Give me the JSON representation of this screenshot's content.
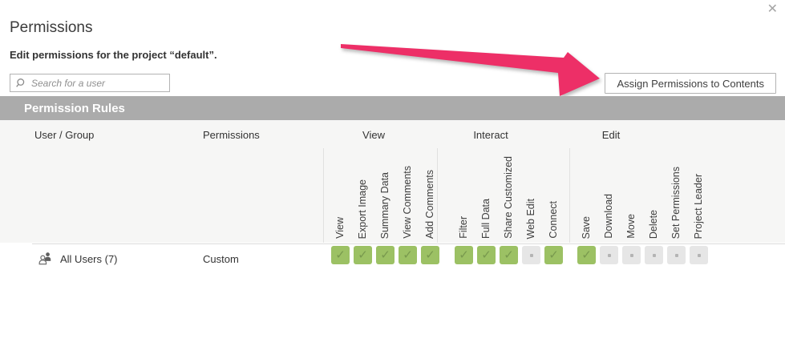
{
  "dialog": {
    "title": "Permissions",
    "subtitle": "Edit permissions for the project “default”.",
    "close_glyph": "✕"
  },
  "search": {
    "placeholder": "Search for a user"
  },
  "toolbar": {
    "assign_button_label": "Assign Permissions to Contents"
  },
  "table": {
    "section_title": "Permission Rules",
    "columns": {
      "user_group": "User / Group",
      "permissions": "Permissions"
    },
    "groups": [
      {
        "label": "View",
        "capabilities": [
          "View",
          "Export Image",
          "Summary Data",
          "View Comments",
          "Add Comments"
        ]
      },
      {
        "label": "Interact",
        "capabilities": [
          "Filter",
          "Full Data",
          "Share Customized",
          "Web Edit",
          "Connect"
        ]
      },
      {
        "label": "Edit",
        "capabilities": [
          "Save",
          "Download",
          "Move",
          "Delete",
          "Set Permissions",
          "Project Leader"
        ]
      }
    ],
    "rows": [
      {
        "icon": "users-group-icon",
        "name": "All Users (7)",
        "permissions": "Custom",
        "capability_states": [
          [
            "allowed",
            "allowed",
            "allowed",
            "allowed",
            "allowed"
          ],
          [
            "allowed",
            "allowed",
            "allowed",
            "unspecified",
            "allowed"
          ],
          [
            "allowed",
            "unspecified",
            "unspecified",
            "unspecified",
            "unspecified",
            "unspecified"
          ]
        ]
      }
    ]
  },
  "icons": {
    "check_glyph": "✓"
  },
  "annotation": {
    "arrow_color": "#ed2f67"
  },
  "colors": {
    "section_bar_bg": "#ababab",
    "header_bg": "#f6f6f5",
    "allowed_bg": "#9cc164",
    "allowed_check": "#78994e",
    "unspecified_bg": "#e6e6e6",
    "unspecified_dot": "#b4b4b4"
  }
}
